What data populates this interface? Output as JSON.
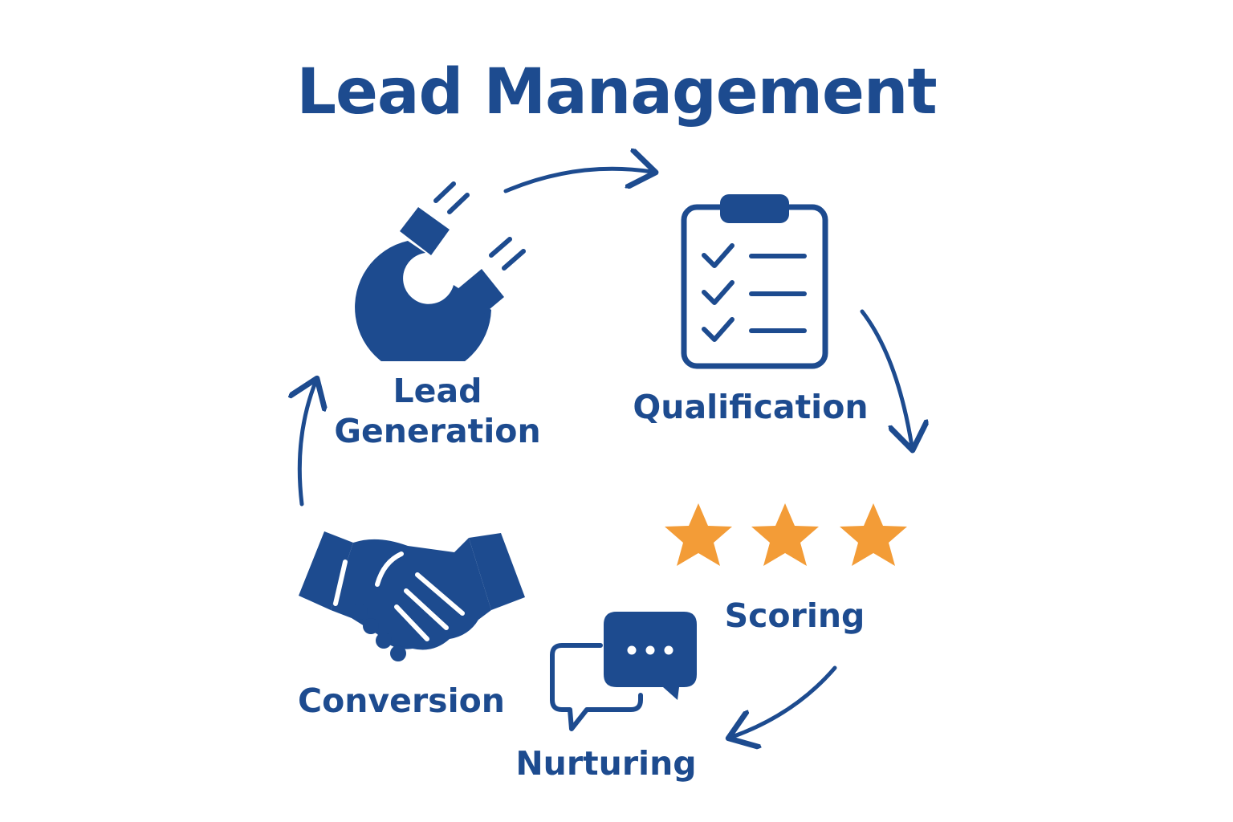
{
  "title": "Lead Management",
  "colors": {
    "primary": "#1d4b8f",
    "accent": "#f39c37",
    "background": "#ffffff"
  },
  "stages": [
    {
      "label": "Lead Generation",
      "icon": "magnet-icon"
    },
    {
      "label": "Qualification",
      "icon": "clipboard-checklist-icon"
    },
    {
      "label": "Scoring",
      "icon": "three-stars-icon"
    },
    {
      "label": "Nurturing",
      "icon": "chat-bubbles-icon"
    },
    {
      "label": "Conversion",
      "icon": "handshake-icon"
    }
  ],
  "flow": {
    "direction": "clockwise",
    "arrow_count": 4
  }
}
